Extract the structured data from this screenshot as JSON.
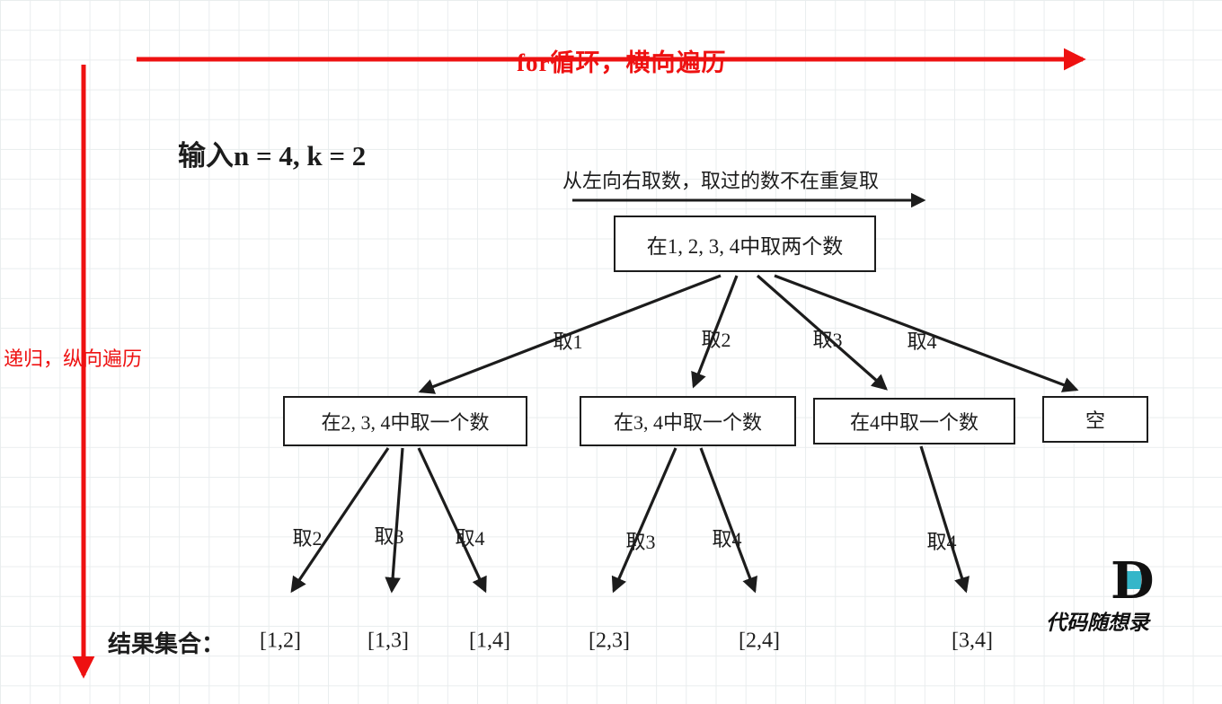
{
  "axes": {
    "horizontal_label": "for循环，横向遍历",
    "vertical_label": "递归，纵向遍历"
  },
  "header": {
    "input_label": "输入n = 4, k = 2",
    "hint_label": "从左向右取数，取过的数不在重复取"
  },
  "tree": {
    "root_label": "在1, 2, 3, 4中取两个数",
    "children": [
      "在2, 3, 4中取一个数",
      "在3, 4中取一个数",
      "在4中取一个数",
      "空"
    ],
    "root_edges": [
      "取1",
      "取2",
      "取3",
      "取4"
    ],
    "leaf_edges": [
      "取2",
      "取3",
      "取4",
      "取3",
      "取4",
      "取4"
    ]
  },
  "results": {
    "label": "结果集合：",
    "items": [
      "[1,2]",
      "[1,3]",
      "[1,4]",
      "[2,3]",
      "[2,4]",
      "[3,4]"
    ]
  },
  "watermark": {
    "logo_letter": "D",
    "text": "代码随想录"
  },
  "colors": {
    "accent_red": "#ee1111",
    "line_black": "#1c1c1c",
    "grid": "#e9edee",
    "teal": "#35b6c9"
  }
}
